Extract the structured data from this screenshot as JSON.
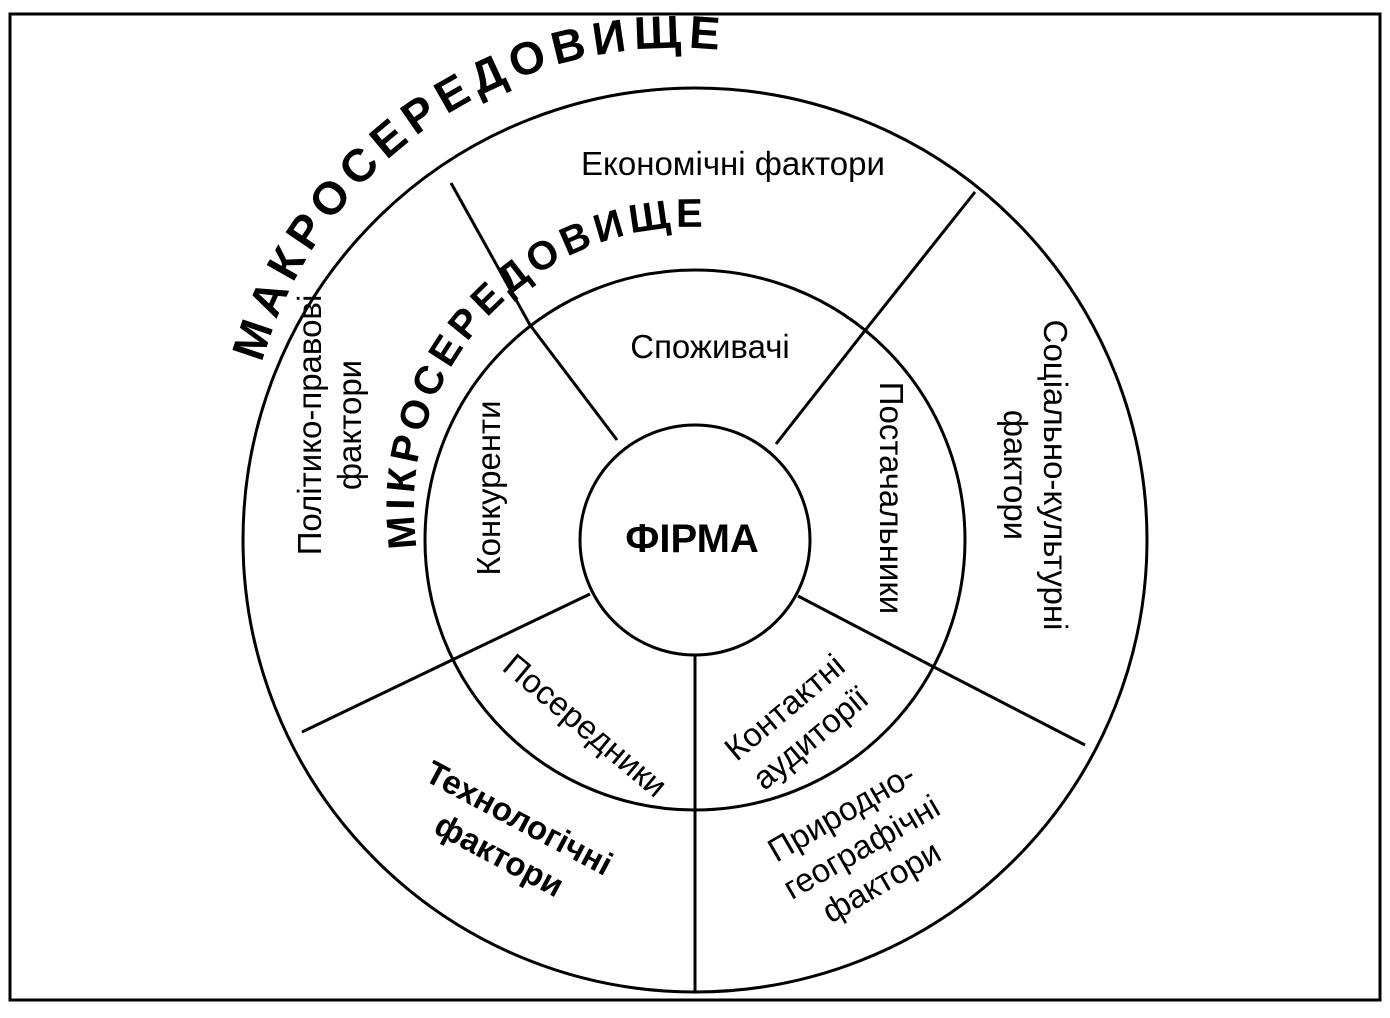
{
  "macro_label": "МАКРОСЕРЕДОВИЩЕ",
  "micro_label": "МІКРОСЕРЕДОВИЩЕ",
  "center_label": "ФІРМА",
  "macro_factors": {
    "economic": [
      "Економічні фактори"
    ],
    "socio_cultural": [
      "Соціально-культурні",
      "фактори"
    ],
    "natural_geographic": [
      "Природно-",
      "географічні",
      "фактори"
    ],
    "technological": [
      "Технологічні",
      "фактори"
    ],
    "political_legal": [
      "Політико-правові",
      "фактори"
    ]
  },
  "micro_actors": {
    "consumers": "Споживачі",
    "suppliers": "Постачальники",
    "contact_audiences": [
      "Контактні",
      "аудиторії"
    ],
    "intermediaries": "Посередники",
    "competitors": "Конкуренти"
  }
}
